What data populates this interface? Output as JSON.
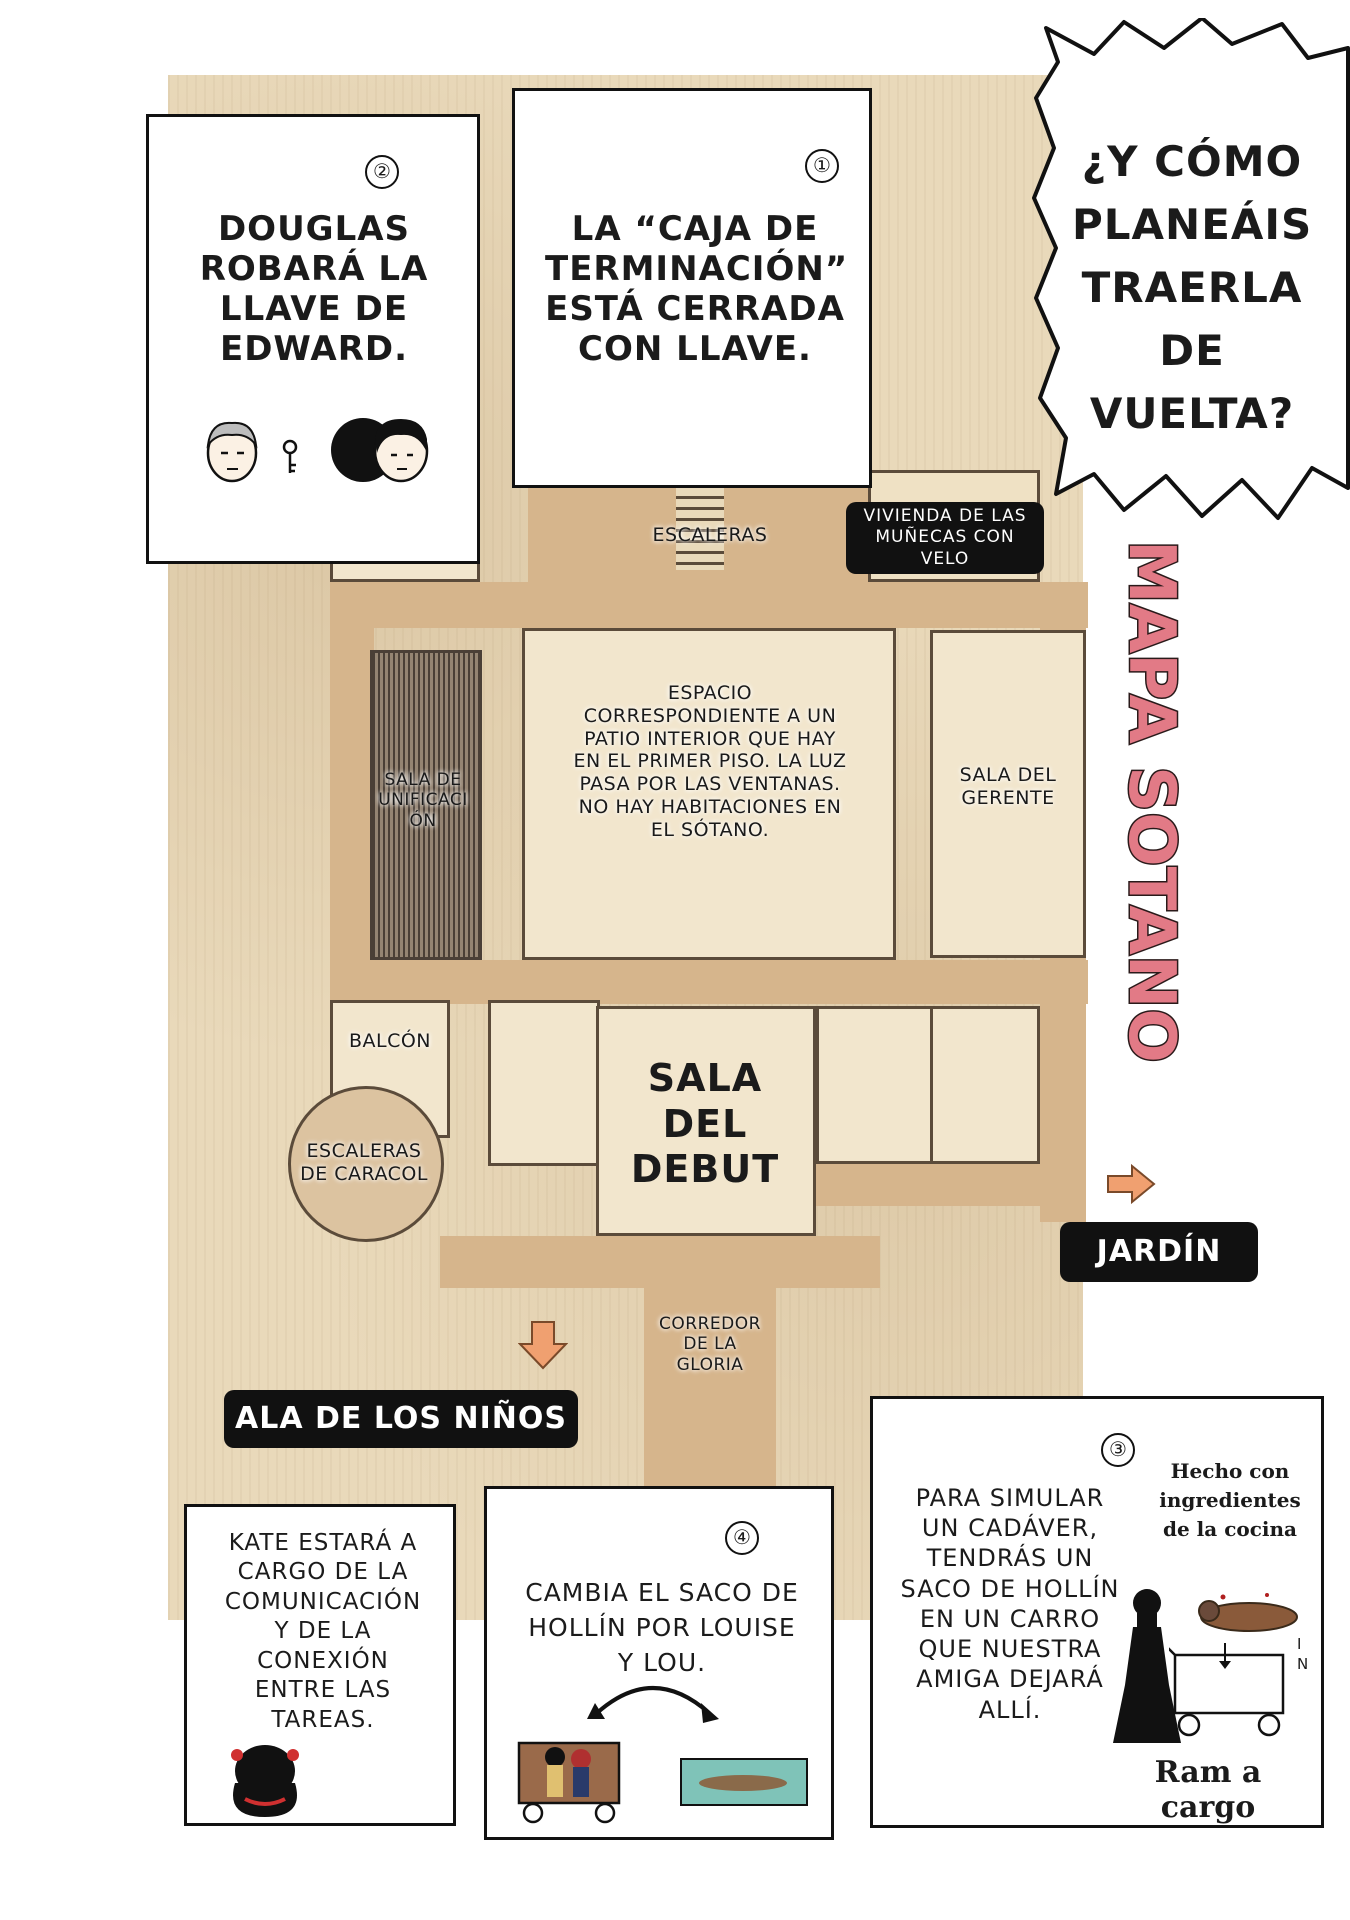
{
  "panels": {
    "p1": {
      "num": "①",
      "text": "LA “CAJA DE TERMINACIÓN” ESTÁ CERRADA CON LLAVE."
    },
    "p2": {
      "num": "②",
      "text": "DOUGLAS ROBARÁ LA LLAVE DE EDWARD."
    },
    "p3": {
      "num": "③",
      "text": "PARA SIMULAR UN CADÁVER, TENDRÁS UN SACO DE HOLLÍN EN UN CARRO QUE NUESTRA AMIGA DEJARÁ ALLÍ.",
      "note": "Hecho con ingredientes de la cocina",
      "in_label": "IN",
      "footer": "Ram a cargo"
    },
    "p4": {
      "num": "④",
      "text": "CAMBIA EL SACO DE HOLLÍN POR LOUISE Y LOU."
    },
    "p5": {
      "text": "KATE ESTARÁ A CARGO DE LA COMUNICACIÓN Y DE LA CONEXIÓN ENTRE LAS TAREAS."
    }
  },
  "speech": "¿Y CÓMO PLANEÁIS TRAERLA DE VUELTA?",
  "map": {
    "title": "MAPA SOTANO",
    "labels": {
      "stairs": "ESCALERAS",
      "veiled_dolls": "VIVIENDA DE LAS MUÑECAS CON VELO",
      "courtyard": "ESPACIO CORRESPONDIENTE A UN PATIO INTERIOR QUE HAY EN EL PRIMER PISO. LA LUZ PASA POR LAS VENTANAS. NO HAY HABITACIONES EN EL SÓTANO.",
      "unification": "SALA DE UNIFICACIÓN",
      "manager": "SALA DEL GERENTE",
      "balcony": "BALCÓN",
      "spiral": "ESCALERAS DE CARACOL",
      "debut": "SALA DEL DEBUT",
      "glory": "CORREDOR DE LA GLORIA",
      "garden": "JARDÍN",
      "children": "ALA DE LOS NIÑOS"
    }
  },
  "colors": {
    "title_pink": "#e27a86",
    "arrow_orange": "#f0a070",
    "paper": "#e9d9ba"
  }
}
